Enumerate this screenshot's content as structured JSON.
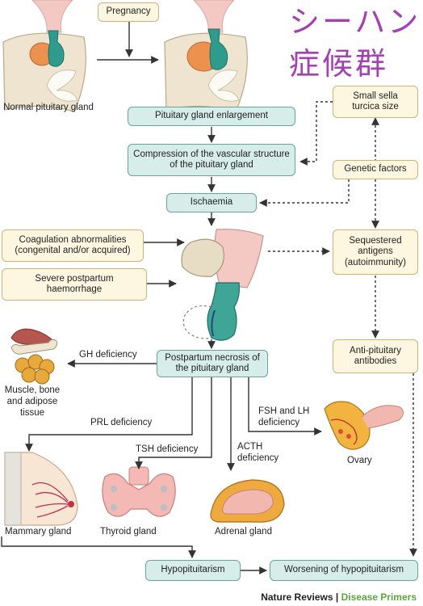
{
  "overlay_title": [
    "シーハン",
    "症候群"
  ],
  "labels": {
    "normal_pituitary": "Normal pituitary gland",
    "pregnancy": "Pregnancy",
    "enlargement": "Pituitary gland enlargement",
    "compression": "Compression of the vascular structure of the pituitary gland",
    "ischaemia": "Ischaemia",
    "small_sella": "Small sella turcica size",
    "genetic": "Genetic factors",
    "coagulation": "Coagulation abnormalities (congenital and/or acquired)",
    "haemorrhage": "Severe postpartum haemorrhage",
    "sequestered": "Sequestered antigens (autoimmunity)",
    "necrosis": "Postpartum necrosis of the pituitary gland",
    "antibodies": "Anti-pituitary antibodies",
    "gh": "GH deficiency",
    "muscle": "Muscle, bone and adipose tissue",
    "prl": "PRL deficiency",
    "tsh": "TSH deficiency",
    "acth": "ACTH deficiency",
    "fsh_lh": "FSH and LH deficiency",
    "ovary": "Ovary",
    "mammary": "Mammary gland",
    "thyroid": "Thyroid gland",
    "adrenal": "Adrenal gland",
    "hypopituitarism": "Hypopituitarism",
    "worsening": "Worsening of hypopituitarism"
  },
  "footer": {
    "journal": "Nature Reviews",
    "separator": " | ",
    "section": "Disease Primers"
  },
  "colors": {
    "teal_fill": "#d6ede9",
    "teal_border": "#6aa39a",
    "cream_fill": "#fdf6e0",
    "cream_border": "#c8b47a",
    "overlay_text": "#a540b2",
    "footer_green": "#5aa83c"
  }
}
